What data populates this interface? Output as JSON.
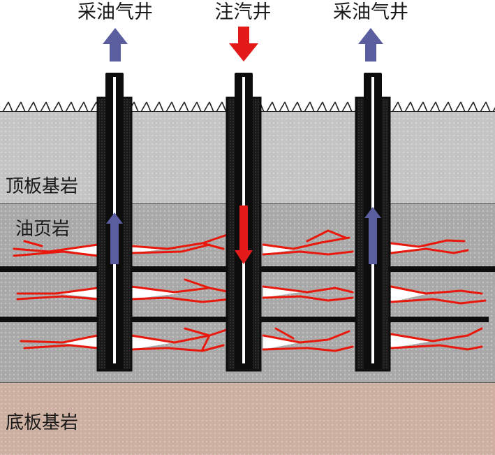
{
  "wells": [
    {
      "id": "producer-left",
      "label": "采油气井",
      "flow": "up"
    },
    {
      "id": "injector",
      "label": "注汽井",
      "flow": "down"
    },
    {
      "id": "producer-right",
      "label": "采油气井",
      "flow": "up"
    }
  ],
  "layers": {
    "caprock": "顶板基岩",
    "oil_shale": "油页岩",
    "bedrock": "底板基岩"
  },
  "colors": {
    "caprock": "#c4c4c4",
    "oil_shale": "#a9a9a9",
    "bedrock": "#cdb0a1",
    "fracture": "#e8180c",
    "injection_arrow": "#e31a1a",
    "production_arrow": "#5b5e9e",
    "casing": "#0d0d0d"
  }
}
